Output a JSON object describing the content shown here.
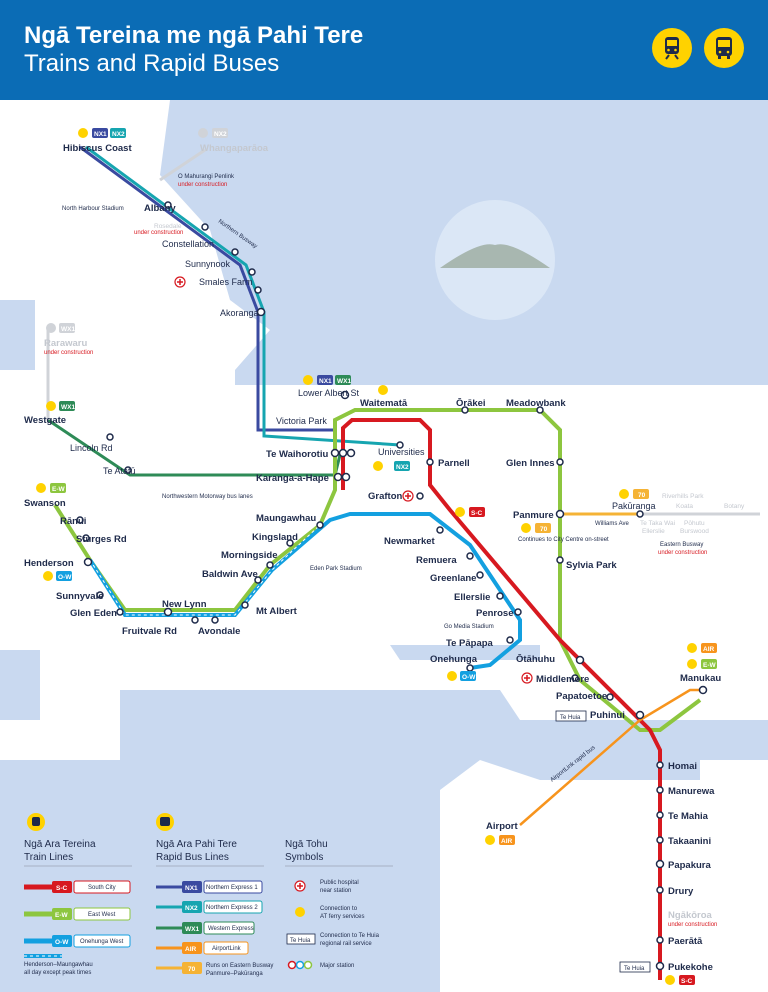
{
  "header": {
    "title_maori": "Ngā Tereina me ngā Pahi Tere",
    "title_english": "Trains and Rapid Buses",
    "icons": [
      "train-icon",
      "bus-icon"
    ]
  },
  "colors": {
    "header_bg": "#0b6cb5",
    "water": "#c9d9f0",
    "south_line": "#d71920",
    "east_line": "#8dc63f",
    "onehunga_line": "#13a0e0",
    "northern_express_1": "#3a4aa0",
    "northern_express_2": "#16a5b0",
    "western_express": "#2e8b57",
    "airportlink": "#f7941d",
    "route_70": "#f5b335",
    "ferry_yellow": "#ffd200"
  },
  "stations": {
    "hibiscus_coast": "Hibiscus Coast",
    "whangaparaoa": "Whangaparāoa",
    "o_mahurangi": "O Mahurangi Penlink",
    "under_construction": "under construction",
    "north_harbour": "North Harbour Stadium",
    "albany": "Albany",
    "rosedale": "Rosedale",
    "northern_busway": "Northern Busway",
    "constellation": "Constellation",
    "sunnynook": "Sunnynook",
    "smales_farm": "Smales Farm",
    "akoranga": "Akoranga",
    "rarawaru": "Rarawaru",
    "lower_albert": "Lower Albert St",
    "westgate": "Westgate",
    "lincoln_rd": "Lincoln Rd",
    "te_atatu": "Te Atatū",
    "victoria_park": "Victoria Park",
    "waitemata": "Waitematā",
    "orakei": "Ōrākei",
    "meadowbank": "Meadowbank",
    "te_waihorotiu": "Te Waihorotiu",
    "universities": "Universities",
    "parnell": "Parnell",
    "glen_innes": "Glen Innes",
    "karanga": "Karanga-a-Hape",
    "swanson": "Swanson",
    "nw_busway": "Northwestern Motorway bus lanes",
    "grafton": "Grafton",
    "ranui": "Rānui",
    "maungawhau": "Maungawhau",
    "panmure": "Panmure",
    "pakuranga": "Pakūranga",
    "riverhills": "Riverhills Park",
    "koata": "Koata",
    "botany": "Botany",
    "williams_ave": "Williams Ave",
    "te_taka_wai": "Te Taka Wai",
    "ellerslie_botany": "Ellerslie",
    "pohutu": "Pōhutu",
    "burswood": "Burswood",
    "eastern_busway": "Eastern Busway",
    "sturges_rd": "Sturges Rd",
    "kingsland": "Kingsland",
    "newmarket": "Newmarket",
    "continues_cc": "Continues to City Centre on-street",
    "morningside": "Morningside",
    "henderson": "Henderson",
    "baldwin_ave": "Baldwin Ave",
    "eden_park": "Eden Park Stadium",
    "remuera": "Remuera",
    "sylvia_park": "Sylvia Park",
    "greenlane": "Greenlane",
    "sunnyvale": "Sunnyvale",
    "ellerslie": "Ellerslie",
    "glen_eden": "Glen Eden",
    "new_lynn": "New Lynn",
    "mt_albert": "Mt Albert",
    "penrose": "Penrose",
    "go_media": "Go Media Stadium",
    "fruitvale": "Fruitvale Rd",
    "avondale": "Avondale",
    "te_papapa": "Te Pāpapa",
    "onehunga": "Onehunga",
    "otahuhu": "Ōtāhuhu",
    "middlemore": "Middlemore",
    "manukau": "Manukau",
    "papatoetoe": "Papatoetoe",
    "te_huia": "Te Huia",
    "puhinui": "Puhinui",
    "airportlink_bus": "AirportLink rapid bus",
    "homai": "Homai",
    "manurewa": "Manurewa",
    "te_mahia": "Te Mahia",
    "airport": "Airport",
    "takaanini": "Takaanini",
    "papakura": "Papakura",
    "drury": "Drury",
    "ngakoroa": "Ngākōroa",
    "paerata": "Paerātā",
    "pukekohe": "Pukekohe"
  },
  "badges": {
    "nx1": "NX1",
    "nx2": "NX2",
    "wx1": "WX1",
    "ew": "E-W",
    "sc": "S-C",
    "ow": "O-W",
    "air": "AIR",
    "r70": "70"
  },
  "legend": {
    "train_maori": "Ngā Ara Tereina",
    "train_en": "Train Lines",
    "bus_maori": "Ngā Ara Pahi Tere",
    "bus_en": "Rapid Bus Lines",
    "sym_maori": "Ngā Tohu",
    "sym_en": "Symbols",
    "south_city": "South City",
    "east_west": "East West",
    "onehunga_west": "Onehunga West",
    "hm_line": "Henderson–Maungawhau",
    "hm_note": "all day except peak times",
    "ne1": "Northern Express 1",
    "ne2": "Northern Express 2",
    "we": "Western Express",
    "al": "AirportLink",
    "r70_note_1": "Runs on Eastern Busway",
    "r70_note_2": "Panmure–Pakūranga",
    "hospital_1": "Public hospital",
    "hospital_2": "near station",
    "ferry_1": "Connection to",
    "ferry_2": "AT ferry services",
    "tehuia_1": "Connection to Te Huia",
    "tehuia_2": "regional rail service",
    "major": "Major station"
  }
}
